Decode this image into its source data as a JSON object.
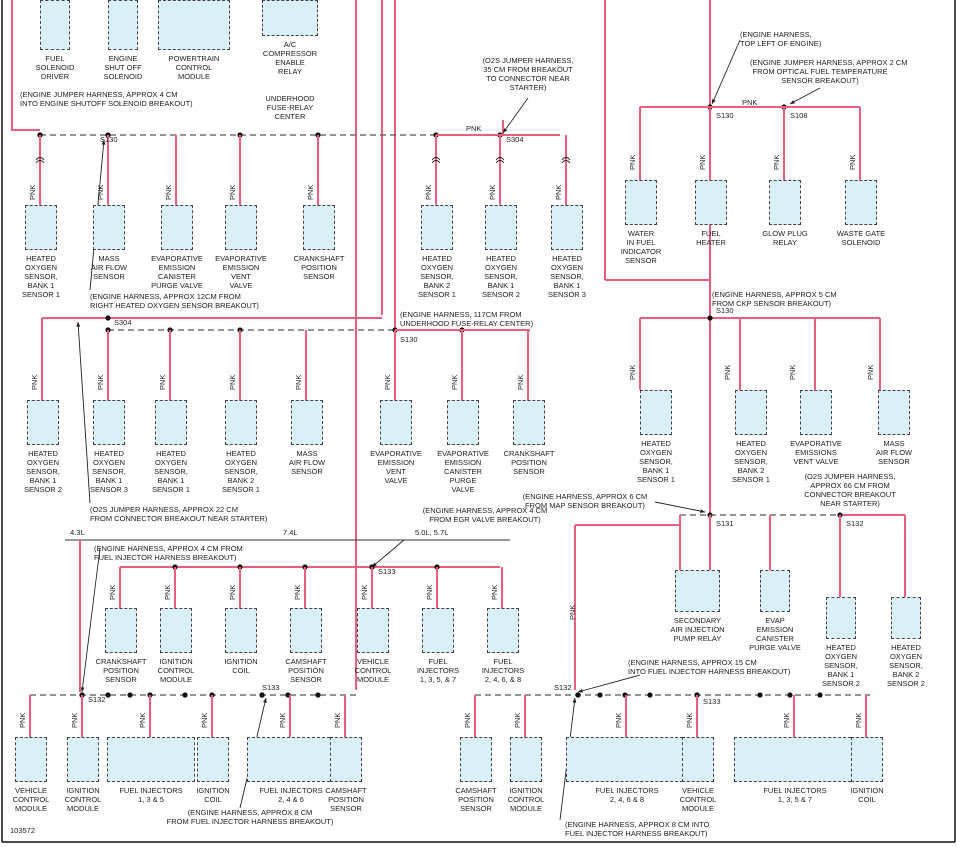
{
  "diagram_id": "103572",
  "wire_color": "PNK",
  "colors": {
    "wire": "#e8607d",
    "component": "#d9f0f8",
    "ink": "#222222"
  },
  "splices": [
    "S130",
    "S304",
    "S108",
    "S131",
    "S132",
    "S133"
  ],
  "engine_labels": {
    "e43": "4.3L",
    "e74": "7.4L",
    "e5057": "5.0L, 5.7L"
  },
  "notes": {
    "n1": "(ENGINE JUMPER HARNESS, APPROX 4 CM\nINTO ENGINE SHUTOFF SOLENOID BREAKOUT)",
    "n2": "(O2S JUMPER HARNESS,\n35 CM FROM BREAKOUT\nTO CONNECTOR NEAR\nSTARTER)",
    "n3": "(ENGINE HARNESS,\nTOP LEFT OF ENGINE)",
    "n4": "(ENGINE JUMPER HARNESS, APPROX 2 CM\nFROM OPTICAL FUEL TEMPERATURE\nSENSOR BREAKOUT)",
    "n5": "(ENGINE HARNESS, APPROX 12CM FROM\nRIGHT HEATED OXYGEN SENSOR BREAKOUT)",
    "n6": "(ENGINE HARNESS, APPROX 5 CM\nFROM CKP SENSOR BREAKOUT)",
    "n7": "(ENGINE HARNESS, 117CM FROM\nUNDERHOOD FUSE-RELAY CENTER)",
    "n8": "(O2S JUMPER HARNESS,\nAPPROX 66 CM FROM\nCONNECTOR BREAKOUT\nNEAR STARTER)",
    "n9": "(ENGINE HARNESS, APPROX 6 CM\nFROM MAP SENSOR BREAKOUT)",
    "n10": "(O2S JUMPER HARNESS, APPROX 22 CM\nFROM CONNECTOR BREAKOUT NEAR STARTER)",
    "n11": "(ENGINE HARNESS, APPROX 4 CM\nFROM EGR VALVE BREAKOUT)",
    "n12": "(ENGINE HARNESS, APPROX 4 CM FROM\nFUEL INJECTOR HARNESS BREAKOUT)",
    "n13": "(ENGINE HARNESS, APPROX 15 CM\nINTO FUEL INJECTOR HARNESS BREAKOUT)",
    "n14": "(ENGINE HARNESS, APPROX 8 CM\nFROM FUEL INJECTOR HARNESS BREAKOUT)",
    "n15": "(ENGINE HARNESS, APPROX 8 CM INTO\nFUEL INJECTOR HARNESS BREAKOUT)"
  },
  "components": {
    "fsd": "FUEL\nSOLENOID\nDRIVER",
    "ess": "ENGINE\nSHUT OFF\nSOLENOID",
    "pcm": "POWERTRAIN\nCONTROL\nMODULE",
    "acr": "A/C\nCOMPRESSOR\nENABLE\nRELAY",
    "ufrc": "UNDERHOOD\nFUSE-RELAY\nCENTER",
    "ho2_b1s1": "HEATED\nOXYGEN\nSENSOR,\nBANK 1\nSENSOR 1",
    "ho2_b2s1": "HEATED\nOXYGEN\nSENSOR,\nBANK 2\nSENSOR 1",
    "ho2_b1s2": "HEATED\nOXYGEN\nSENSOR,\nBANK 1\nSENSOR 2",
    "ho2_b1s3": "HEATED\nOXYGEN\nSENSOR,\nBANK 1\nSENSOR 3",
    "ho2_b2s2": "HEATED\nOXYGEN\nSENSOR,\nBANK 2\nSENSOR 2",
    "ho2_b2s2b": "HEATED\nOXYGEN\nSENSOR,\nBANK 2\nSENSOR 2",
    "ho2_b1s2b": "HEATED\nOXYGEN\nSENSOR,\nBANK 1\nSENSOR 2",
    "ho2_b1s1b": "HEATED\nOXYGEN\nSENSOR,\nBANK 1\nSENSOR 1",
    "ho2_b2s1b": "HEATED\nOXYGEN\nSENSOR,\nBANK 2\nSENSOR 1",
    "ho2_b1s3b": "HEATED\nOXYGEN\nSENSOR,\nBANK 1\nSENSOR 3",
    "ho2_b1s1c": "HEATED\nOXYGEN\nSENSOR,\nBANK 1\nSENSOR 1",
    "ho2_b2s1c": "HEATED\nOXYGEN\nSENSOR,\nBANK 2\nSENSOR 1",
    "maf": "MASS\nAIR FLOW\nSENSOR",
    "evap_purge": "EVAPORATIVE\nEMISSION\nCANISTER\nPURGE VALVE",
    "evap_vent": "EVAPORATIVE\nEMISSION\nVENT\nVALVE",
    "ckp": "CRANKSHAFT\nPOSITION\nSENSOR",
    "wif": "WATER\nIN FUEL\nINDICATOR\nSENSOR",
    "fuel_heater": "FUEL\nHEATER",
    "glow_plug": "GLOW PLUG\nRELAY",
    "wastegate": "WASTE GATE\nSOLENOID",
    "maf2": "MASS\nAIR FLOW\nSENSOR",
    "evap_vent2": "EVAPORATIVE\nEMISSION\nVENT\nVALVE",
    "evap_purge2": "EVAPORATIVE\nEMISSION\nCANISTER\nPURGE\nVALVE",
    "ckp2": "CRANKSHAFT\nPOSITION\nSENSOR",
    "evap_vent3": "EVAPORATIVE\nEMISSIONS\nVENT VALVE",
    "maf3": "MASS\nAIR FLOW\nSENSOR",
    "air_pump": "SECONDARY\nAIR INJECTION\nPUMP RELAY",
    "evap_purge3": "EVAP\nEMISSION\nCANISTER\nPURGE VALVE",
    "ckp3": "CRANKSHAFT\nPOSITION\nSENSOR",
    "icm": "IGNITION\nCONTROL\nMODULE",
    "ign_coil": "IGNITION\nCOIL",
    "cmp": "CAMSHAFT\nPOSITION\nSENSOR",
    "vcm": "VEHICLE\nCONTROL\nMODULE",
    "fi1357": "FUEL\nINJECTORS\n1, 3, 5, & 7",
    "fi2468": "FUEL\nINJECTORS\n2, 4, 6, & 8",
    "vcm2": "VEHICLE\nCONTROL\nMODULE",
    "icm2": "IGNITION\nCONTROL\nMODULE",
    "fi135": "FUEL INJECTORS\n1, 3 & 5",
    "ign_coil2": "IGNITION\nCOIL",
    "fi246": "FUEL INJECTORS\n2, 4 & 6",
    "cmp2": "CAMSHAFT\nPOSITION\nSENSOR",
    "cmp3": "CAMSHAFT\nPOSITION\nSENSOR",
    "icm3": "IGNITION\nCONTROL\nMODULE",
    "fi2468b": "FUEL INJECTORS\n2, 4, 6 & 8",
    "vcm3": "VEHICLE\nCONTROL\nMODULE",
    "fi1357b": "FUEL INJECTORS\n1, 3, 5 & 7",
    "ign_coil3": "IGNITION\nCOIL"
  }
}
